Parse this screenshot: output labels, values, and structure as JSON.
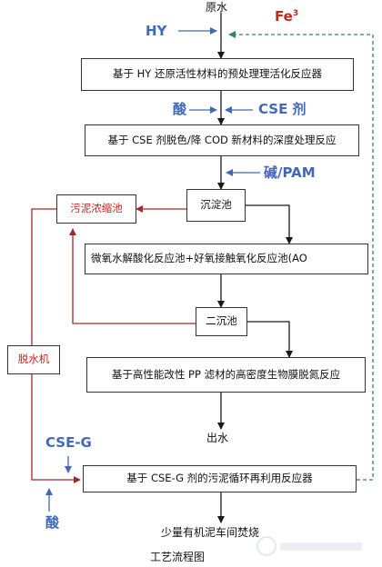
{
  "inputs": {
    "raw_water": "原水",
    "hy": "HY",
    "fe": "Fe",
    "fe_sup": "3",
    "acid_top": "酸",
    "cse_agent": "CSE 剂",
    "alkali_pam": "碱/PAM",
    "cse_g": "CSE-G",
    "acid_bottom": "酸"
  },
  "boxes": {
    "pretreat": "基于 HY 还原活性材料的预处理理活化反应器",
    "deep": "基于 CSE 剂脱色/降 COD 新材料的深度处理反应",
    "settle": "沉淀池",
    "thickener": "污泥浓缩池",
    "ao": "微氧水解酸化反应池+好氧接触氧化反应池(AO",
    "secondary": "二沉池",
    "pp": "基于高性能改性 PP 滤材的高密度生物膜脱氮反应",
    "dewater": "脱水机",
    "sludge": "基于 CSE-G 剂的污泥循环再利用反应器"
  },
  "outputs": {
    "effluent": "出水",
    "residue": "少量有机泥车间焚烧"
  },
  "caption": "工艺流程图",
  "colors": {
    "main_line": "#1a1a1a",
    "sludge_line": "#a52a2a",
    "recycle_line": "#2e8b57",
    "reagent_blue": "#4169b8",
    "fe_red": "#c0281e"
  }
}
